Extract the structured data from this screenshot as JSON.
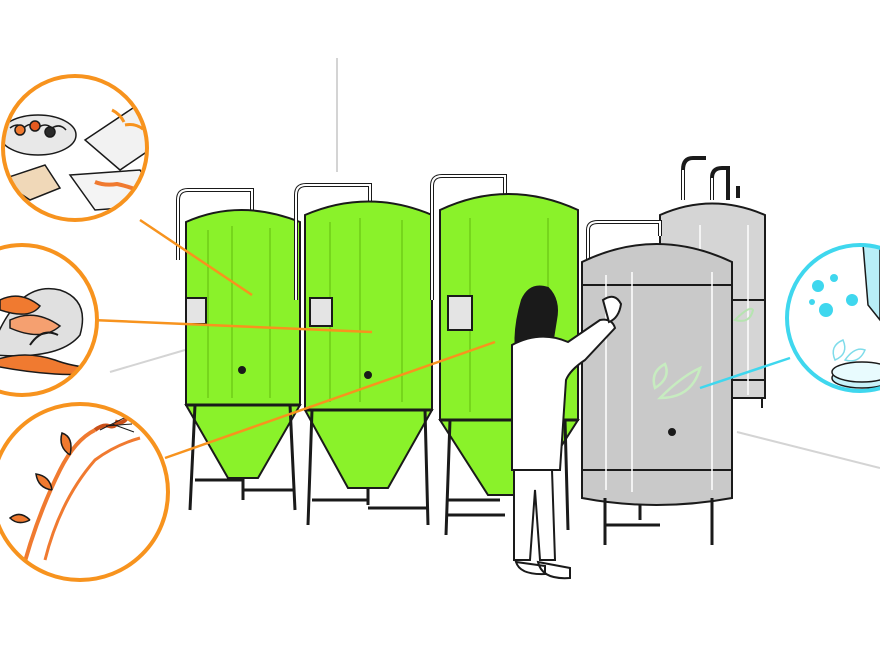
{
  "illustration": {
    "subject": "",
    "colors": {
      "accent_orange": "#f7931e",
      "tank_green": "#8af22a",
      "tank_steel": "#c9c9c9",
      "accent_cyan": "#3fd7ee",
      "line_dark": "#1a1a1a",
      "background": "#ffffff"
    },
    "inset_circles": [
      {
        "depicts": "food-waste-icon",
        "color": "#f7931e"
      },
      {
        "depicts": "plastic-waste-icon",
        "color": "#f7931e"
      },
      {
        "depicts": "wheat-stalk-icon",
        "color": "#f7931e"
      },
      {
        "depicts": "microbes-lab-icon",
        "color": "#3fd7ee"
      }
    ],
    "tanks": [
      {
        "kind": "green-fermenter",
        "color": "#8af22a"
      },
      {
        "kind": "green-fermenter",
        "color": "#8af22a"
      },
      {
        "kind": "green-fermenter",
        "color": "#8af22a"
      },
      {
        "kind": "steel-tank",
        "color": "#c9c9c9"
      },
      {
        "kind": "steel-tank",
        "color": "#c9c9c9"
      }
    ]
  }
}
